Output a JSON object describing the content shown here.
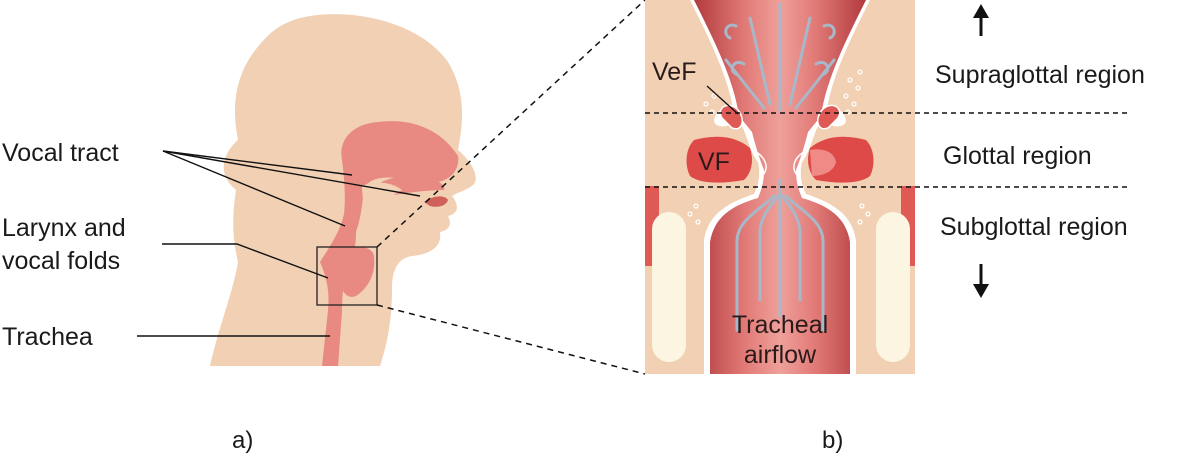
{
  "panel_a": {
    "caption": "a)",
    "labels": {
      "vocal_tract": "Vocal tract",
      "larynx_line1": "Larynx and",
      "larynx_line2": "vocal folds",
      "trachea": "Trachea"
    }
  },
  "panel_b": {
    "caption": "b)",
    "labels": {
      "vef": "VeF",
      "vf": "VF",
      "airflow_line1": "Tracheal",
      "airflow_line2": "airflow"
    },
    "regions": {
      "supraglottal": "Supraglottal region",
      "glottal": "Glottal region",
      "subglottal": "Subglottal region"
    }
  },
  "colors": {
    "skin": "#f2d0b4",
    "tract": "#e88a82",
    "tract_dark": "#d0605a",
    "fold": "#de4a48",
    "cartilage": "#fbf5e2",
    "flow": "#a8b8c8"
  }
}
